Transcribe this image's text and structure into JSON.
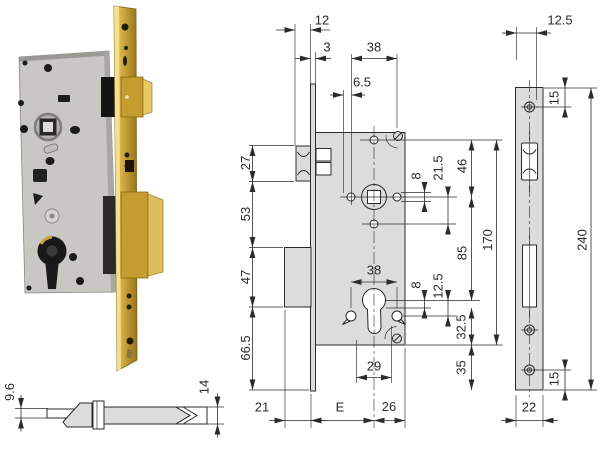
{
  "colors": {
    "line": "#2b2b2b",
    "drawing_fill": "#dcdcdc",
    "brass": "#c49c2f",
    "brass_light": "#e6c967",
    "brass_highlight": "#f2d878",
    "steel": "#c9c7c4",
    "hole_dark": "#1c1c1c"
  },
  "dims": {
    "latch_projection": "12",
    "plate_thickness": "3",
    "top_hole_span": "38",
    "top_hole_offset": "6.5",
    "latch_height": "27",
    "latch_to_deadbolt": "53",
    "deadbolt_height": "47",
    "below_deadbolt": "66.5",
    "follower_offset_8": "8",
    "follower_to_hole": "21.5",
    "top_to_follower": "46",
    "follower_to_cylinder": "85",
    "body_height": "170",
    "cylinder_offset_8": "8",
    "cylinder_to_side_holes": "12.5",
    "cylinder_to_body_bottom": "32.5",
    "body_to_plate_bottom": "35",
    "cylinder_width": "38",
    "bottom_hole_span": "29",
    "deadbolt_throw": "21",
    "backset": "E",
    "axis_to_edge": "26",
    "plate_hole_top_offset": "12.5",
    "plate_top_hole": "15",
    "plate_height": "240",
    "plate_bottom_hole": "15",
    "plate_width": "22",
    "latch_thickness": "9.6",
    "body_thickness": "14"
  }
}
